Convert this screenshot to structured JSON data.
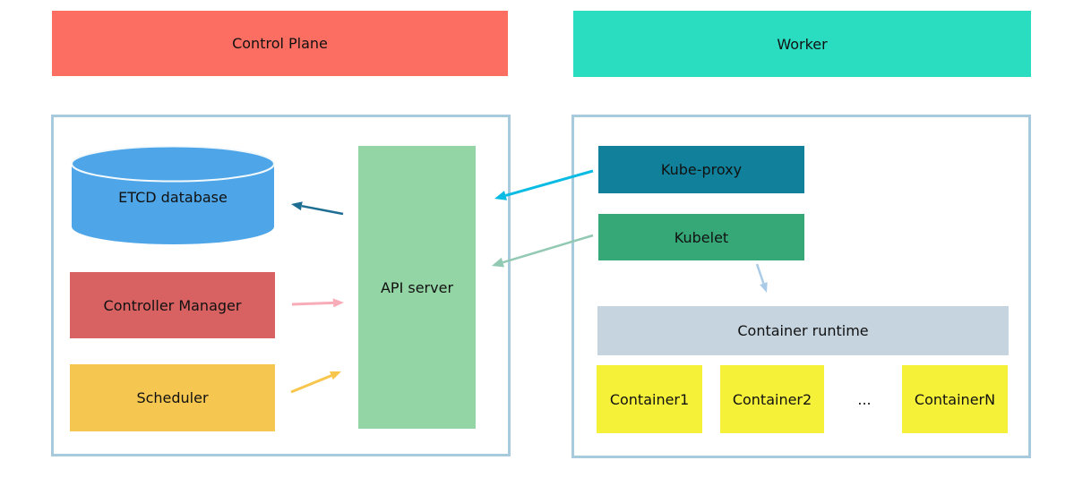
{
  "headers": {
    "control_plane": "Control Plane",
    "worker": "Worker"
  },
  "control_plane": {
    "etcd_label": "ETCD database",
    "controller_manager_label": "Controller Manager",
    "scheduler_label": "Scheduler",
    "api_server_label": "API server"
  },
  "worker": {
    "kube_proxy_label": "Kube-proxy",
    "kubelet_label": "Kubelet",
    "container_runtime_label": "Container runtime",
    "containers": [
      "Container1",
      "Container2",
      "ContainerN"
    ],
    "ellipsis": "..."
  },
  "colors": {
    "control_plane_header": "#fc6e61",
    "worker_header": "#2addc0",
    "panel_border": "#a7cbdd",
    "etcd": "#4ea6e8",
    "etcd_rim": "#f2f9fd",
    "controller_manager": "#d86161",
    "scheduler": "#f5c751",
    "api_server": "#94d5a5",
    "kube_proxy": "#11819b",
    "kubelet": "#36a877",
    "container_runtime": "#c6d4df",
    "container": "#f5f139",
    "arrow_api_to_etcd": "#1e6e93",
    "arrow_cm_to_api": "#f8acb8",
    "arrow_sched_to_api": "#f8c64d",
    "arrow_proxy_to_api": "#0abbe3",
    "arrow_kubelet_to_api": "#92c9b3",
    "arrow_kubelet_to_runtime": "#aacbe8"
  }
}
